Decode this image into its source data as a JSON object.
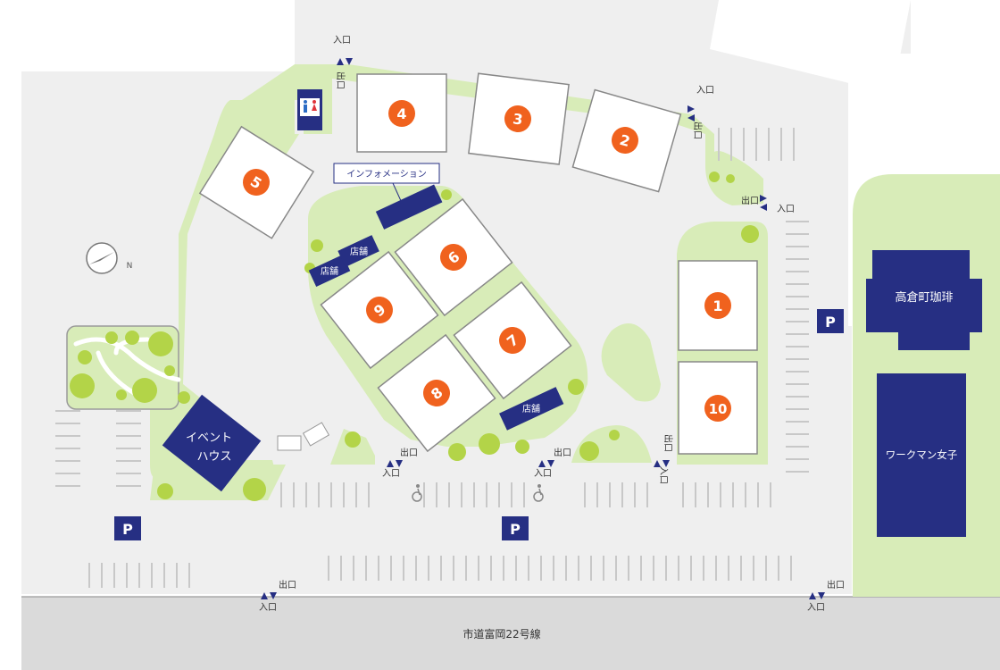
{
  "colors": {
    "background": "#ffffff",
    "lot": "#efefef",
    "road": "#dadada",
    "green": "#d8ecb8",
    "tree": "#b3d448",
    "building": "#ffffff",
    "building_stroke": "#888888",
    "badge": "#f0621e",
    "navy": "#262f83",
    "arrow": "#262f83",
    "text": "#333333",
    "parking_line": "#c8c8c8"
  },
  "road": {
    "name": "市道富岡22号線"
  },
  "compass": {
    "letter": "N"
  },
  "stores": [
    {
      "number": "1"
    },
    {
      "number": "2"
    },
    {
      "number": "3"
    },
    {
      "number": "4"
    },
    {
      "number": "5"
    },
    {
      "number": "6"
    },
    {
      "number": "7"
    },
    {
      "number": "8"
    },
    {
      "number": "9"
    },
    {
      "number": "10"
    }
  ],
  "facilities": {
    "event_house": [
      "イベント",
      "ハウス"
    ],
    "cafe": "高倉町珈琲",
    "workman": "ワークマン女子",
    "information": "インフォメーション",
    "shop_label": "店舗"
  },
  "parking": {
    "label": "P"
  },
  "entrances": {
    "enter": "入口",
    "exit": "出口"
  },
  "icons": {
    "toilet": "restroom-icon",
    "wheelchair": "wheelchair-icon",
    "arrow_pair": "entrance-exit-arrows-icon",
    "compass": "north-compass-icon"
  }
}
